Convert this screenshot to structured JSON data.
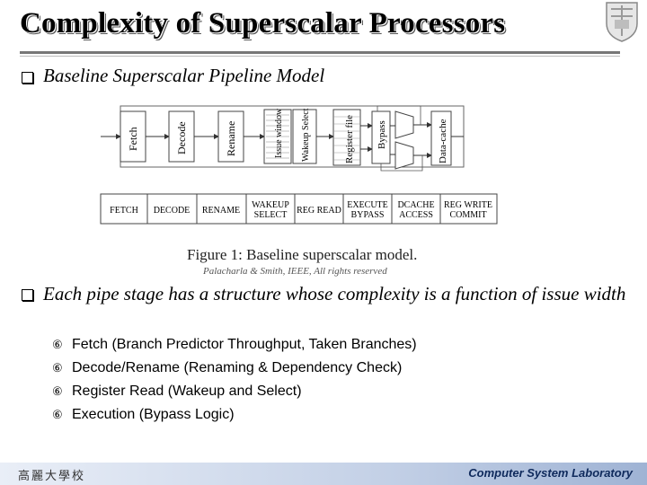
{
  "slide": {
    "title": "Complexity of Superscalar Processors",
    "bullet1": "Baseline Superscalar Pipeline Model",
    "bullet2": "Each pipe stage has a structure whose complexity is a function of issue width",
    "sub_items": [
      "Fetch (Branch Predictor Throughput, Taken Branches)",
      "Decode/Rename (Renaming & Dependency Check)",
      "Register Read (Wakeup and Select)",
      "Execution (Bypass Logic)"
    ],
    "sub_marker": "⑥"
  },
  "figure": {
    "blocks": [
      "Fetch",
      "Decode",
      "Rename",
      "Issue window",
      "Wakeup Select",
      "Register file",
      "Bypass",
      "Data-cache"
    ],
    "stages": [
      "FETCH",
      "DECODE",
      "RENAME",
      "WAKEUP SELECT",
      "REG READ",
      "EXECUTE BYPASS",
      "DCACHE ACCESS",
      "REG WRITE COMMIT"
    ],
    "caption": "Figure 1: Baseline superscalar model.",
    "credit": "Palacharla & Smith, IEEE, All rights reserved"
  },
  "footer": {
    "left": "高麗大學校",
    "right": "Computer System Laboratory"
  }
}
